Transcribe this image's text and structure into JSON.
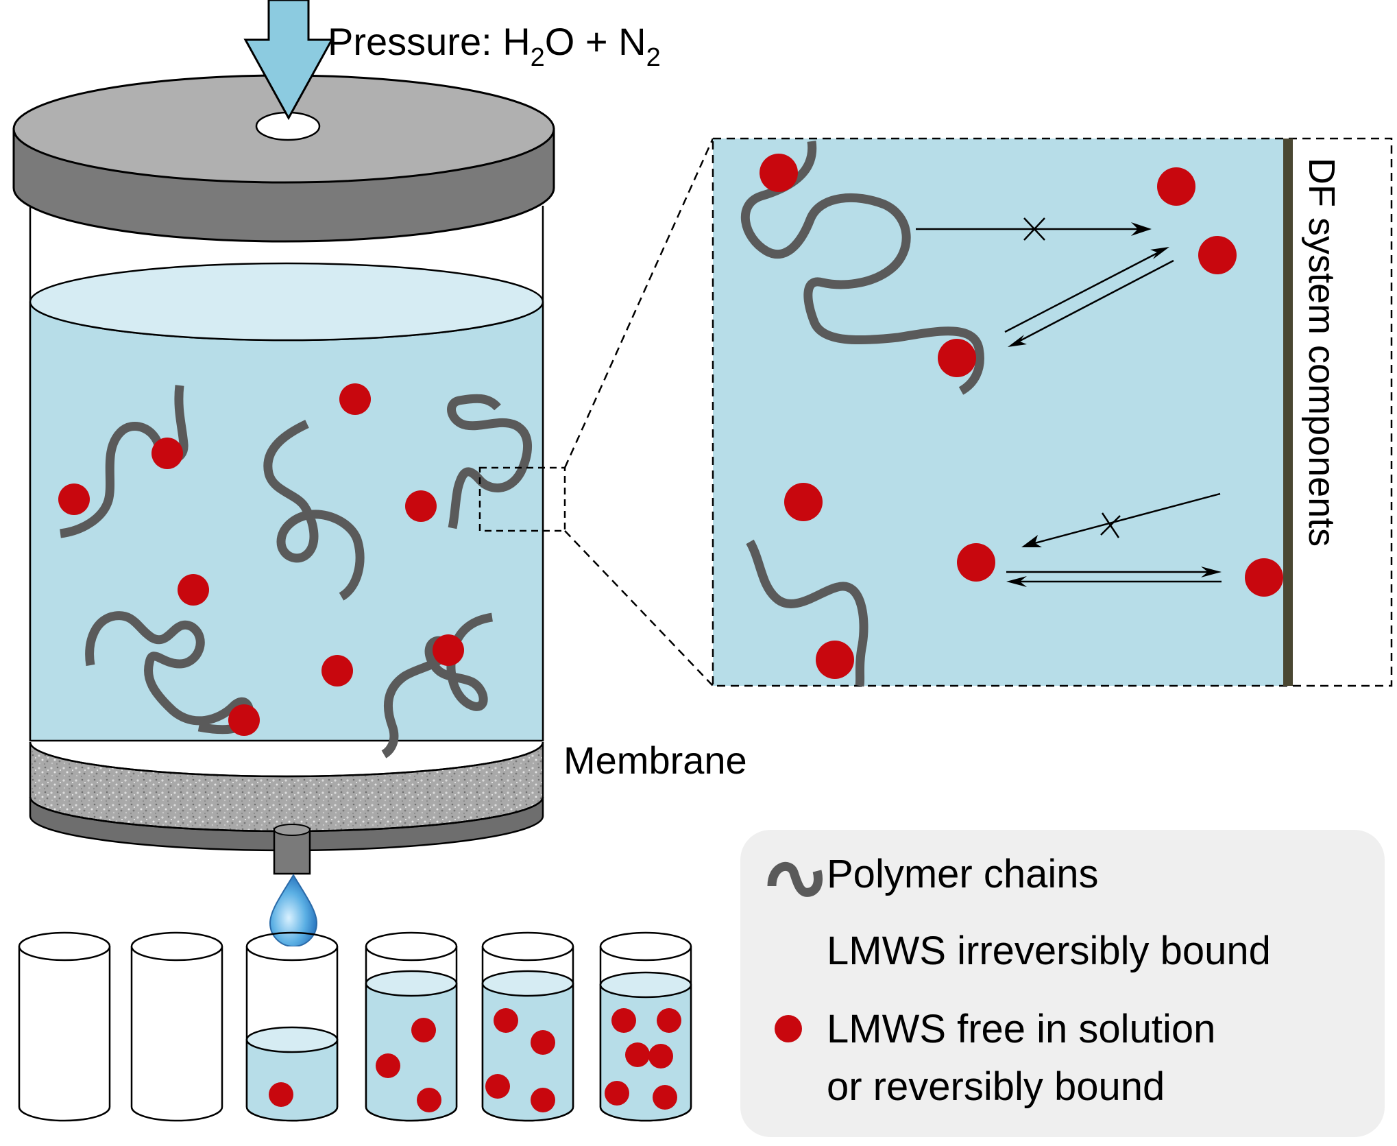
{
  "pressure_label": {
    "prefix": "Pressure: H",
    "sub1": "2",
    "mid": "O + N",
    "sub2": "2"
  },
  "membrane_label": "Membrane",
  "wall_label": "DF system components",
  "legend": {
    "chains": "Polymer chains",
    "irreversible": "LMWS irreversibly bound",
    "free_line1": "LMWS free in solution",
    "free_line2": "or reversibly bound"
  },
  "colors": {
    "solution": "#b7dde8",
    "lmws": "#c8070e",
    "polymer": "#5a5a5a",
    "lid": "#8a8a8a",
    "wall": "#4a4732",
    "legend_bg": "#efefef",
    "arrow_fill": "#8ccbe0"
  }
}
